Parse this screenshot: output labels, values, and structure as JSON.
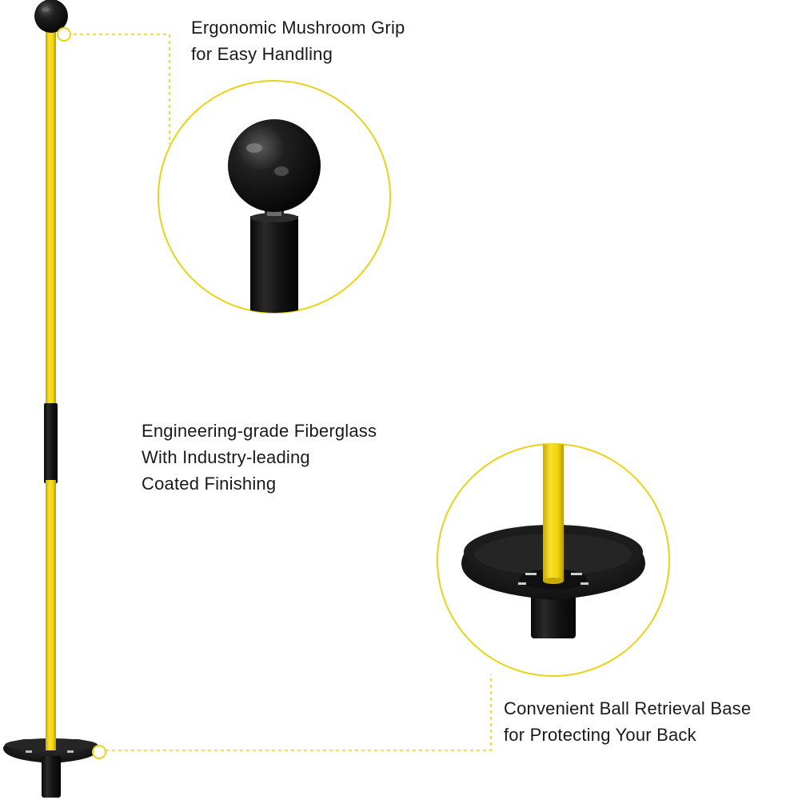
{
  "colors": {
    "pole_yellow": "#f2d60c",
    "pole_shade": "#c9a800",
    "black": "#151515",
    "accent_line": "#e8d21a",
    "background": "#ffffff"
  },
  "captions": {
    "grip": [
      "Ergonomic Mushroom Grip",
      "for Easy Handling"
    ],
    "fiberglass": [
      "Engineering-grade Fiberglass",
      "With Industry-leading",
      "Coated Finishing"
    ],
    "base": [
      "Convenient Ball Retrieval Base",
      "for Protecting Your Back"
    ]
  },
  "icons": {
    "product": "golf-alignment-pole",
    "grip_detail": "mushroom-grip-closeup",
    "base_detail": "ball-retrieval-base-closeup",
    "callout_marker": "callout-dot"
  }
}
